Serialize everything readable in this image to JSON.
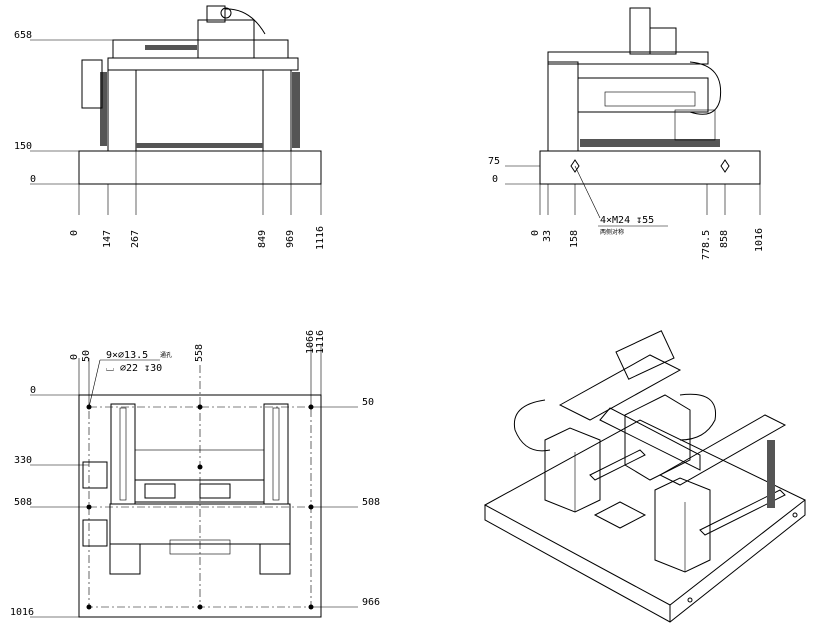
{
  "front_view": {
    "vertical_dims": [
      "658",
      "150",
      "0"
    ],
    "horizontal_dims": [
      "0",
      "147",
      "267",
      "849",
      "969",
      "1116"
    ]
  },
  "side_view": {
    "vertical_dims": [
      "75",
      "0"
    ],
    "horizontal_dims": [
      "0",
      "33",
      "158",
      "778.5",
      "858",
      "1016"
    ],
    "note_line1": "4×M24 ↧55",
    "note_line2": "两侧对称"
  },
  "top_view": {
    "top_dims": [
      "0",
      "50",
      "558",
      "1066",
      "1116"
    ],
    "left_dims": [
      "0",
      "330",
      "508",
      "1016"
    ],
    "right_dims": [
      "50",
      "508",
      "966"
    ],
    "hole_note_line1": "9×⌀13.5",
    "hole_note_tag": "通孔",
    "hole_note_line2": "⌴ ⌀22 ↧30"
  }
}
